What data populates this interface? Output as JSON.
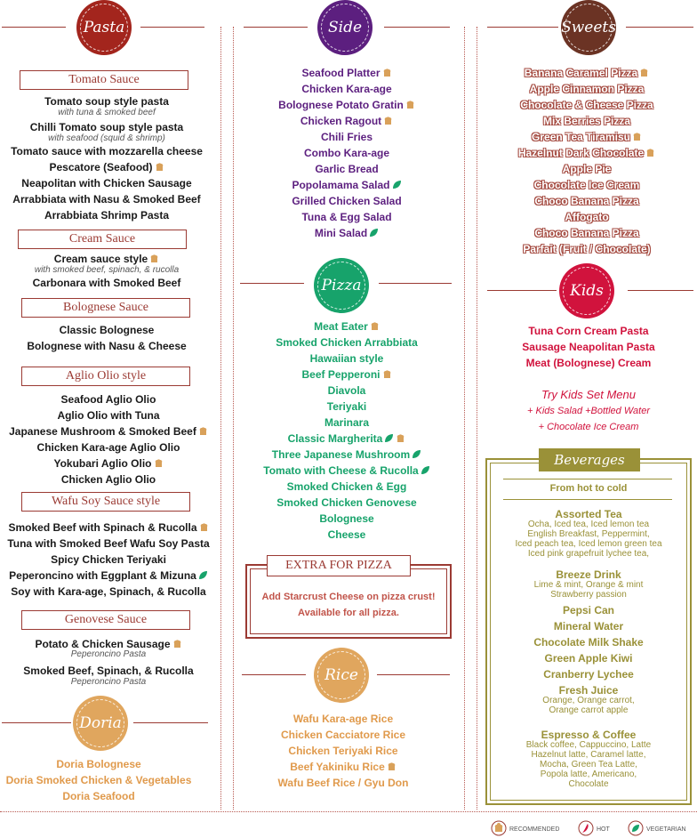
{
  "colors": {
    "maroon": "#9b3a33",
    "pasta": "#a3251d",
    "side": "#5c1f7f",
    "sweets": "#6b3324",
    "pizza": "#17a36b",
    "kids": "#d1133d",
    "rice_doria": "#e0a65e",
    "beverages": "#9a9138"
  },
  "pasta": {
    "title": "Pasta",
    "tomato": {
      "heading": "Tomato Sauce",
      "items": [
        "Tomato soup style pasta",
        "with tuna & smoked beef",
        "Chilli Tomato soup style pasta",
        "with seafood (squid & shrimp)",
        "Tomato sauce with mozzarella cheese",
        "Pescatore (Seafood)",
        "Neapolitan with Chicken Sausage",
        "Arrabbiata with Nasu & Smoked Beef",
        "Arrabbiata Shrimp Pasta"
      ]
    },
    "cream": {
      "heading": "Cream Sauce",
      "items": [
        "Cream sauce style",
        "with smoked beef, spinach, & rucolla",
        "Carbonara with Smoked Beef"
      ]
    },
    "bolognese": {
      "heading": "Bolognese Sauce",
      "items": [
        "Classic Bolognese",
        "Bolognese with Nasu & Cheese"
      ]
    },
    "aglio": {
      "heading": "Aglio Olio style",
      "items": [
        "Seafood Aglio Olio",
        "Aglio Olio with Tuna",
        "Japanese Mushroom & Smoked Beef",
        "Chicken Kara-age Aglio Olio",
        "Yokubari Aglio Olio",
        "Chicken Aglio Olio"
      ]
    },
    "wafu": {
      "heading": "Wafu Soy Sauce style",
      "items": [
        "Smoked Beef  with Spinach & Rucolla",
        "Tuna with Smoked Beef Wafu Soy Pasta",
        "Spicy Chicken Teriyaki",
        "Peperoncino with Eggplant & Mizuna",
        "Soy with Kara-age, Spinach, & Rucolla"
      ]
    },
    "genovese": {
      "heading": "Genovese Sauce",
      "items": [
        "Potato & Chicken Sausage",
        "Peperoncino Pasta",
        "Smoked Beef, Spinach, & Rucolla",
        "Peperoncino Pasta"
      ]
    }
  },
  "doria": {
    "title": "Doria",
    "items": [
      "Doria Bolognese",
      "Doria Smoked Chicken & Vegetables",
      "Doria Seafood"
    ]
  },
  "side": {
    "title": "Side",
    "items": [
      "Seafood Platter",
      "Chicken Kara-age",
      "Bolognese Potato Gratin",
      "Chicken Ragout",
      "Chili Fries",
      "Combo Kara-age",
      "Garlic Bread",
      "Popolamama Salad",
      "Grilled Chicken Salad",
      "Tuna & Egg Salad",
      "Mini Salad"
    ]
  },
  "pizza": {
    "title": "Pizza",
    "items": [
      "Meat Eater",
      "Smoked Chicken Arrabbiata",
      "Hawaiian style",
      "Beef Pepperoni",
      "Diavola",
      "Teriyaki",
      "Marinara",
      "Classic Margherita",
      "Three Japanese Mushroom",
      "Tomato with Cheese & Rucolla",
      "Smoked Chicken & Egg",
      "Smoked Chicken Genovese",
      "Bolognese",
      "Cheese"
    ],
    "extra": {
      "heading": "EXTRA FOR PIZZA",
      "line1": "Add Starcrust Cheese on pizza crust!",
      "line2": "Available for all pizza."
    }
  },
  "rice": {
    "title": "Rice",
    "items": [
      "Wafu Kara-age Rice",
      "Chicken Cacciatore Rice",
      "Chicken Teriyaki Rice",
      "Beef Yakiniku Rice",
      "Wafu Beef Rice / Gyu Don"
    ]
  },
  "sweets": {
    "title": "Sweets",
    "items": [
      "Banana Caramel Pizza",
      "Apple Cinnamon Pizza",
      "Chocolate & Cheese Pizza",
      "Mix Berries Pizza",
      "Green Tea Tiramisu",
      "Hazelnut Dark Chocolate",
      "Apple Pie",
      "Chocolate Ice Cream",
      "Choco Banana Pizza",
      "Affogato",
      "Choco Banana Pizza",
      "Parfait (Fruit / Chocolate)"
    ]
  },
  "kids": {
    "title": "Kids",
    "items": [
      "Tuna Corn Cream Pasta",
      "Sausage Neapolitan Pasta",
      "Meat (Bolognese) Cream"
    ],
    "set_title": "Try Kids Set Menu",
    "set_line1": "+ Kids Salad +Bottled Water",
    "set_line2": "+ Chocolate Ice Cream"
  },
  "beverages": {
    "title": "Beverages",
    "subtitle": "From hot to cold",
    "tea": {
      "name": "Assorted Tea",
      "lines": [
        "Ocha, Iced tea, Iced lemon tea",
        "English Breakfast, Peppermint,",
        "Iced peach tea, Iced lemon green tea",
        "Iced pink grapefruit lychee tea,"
      ]
    },
    "breeze": {
      "name": "Breeze Drink",
      "lines": [
        "Lime & mint, Orange & mint",
        "Strawberry passion"
      ]
    },
    "singles": [
      "Pepsi Can",
      "Mineral Water",
      "Chocolate Milk Shake",
      "Green Apple Kiwi",
      "Cranberry Lychee"
    ],
    "juice": {
      "name": "Fresh Juice",
      "lines": [
        "Orange, Orange carrot,",
        "Orange carrot apple"
      ]
    },
    "coffee": {
      "name": "Espresso & Coffee",
      "lines": [
        "Black coffee, Cappuccino, Latte",
        "Hazelnut latte, Caramel latte,",
        "Mocha, Green Tea Latte,",
        "Popola latte, Americano,",
        "Chocolate"
      ]
    }
  },
  "legend": {
    "recommended": "RECOMMENDED",
    "hot": "HOT",
    "vegetarian": "VEGETARIAN"
  },
  "icons": {
    "recommended": "chef-hat-icon",
    "hot": "chili-icon",
    "vegetarian": "leaf-icon"
  }
}
